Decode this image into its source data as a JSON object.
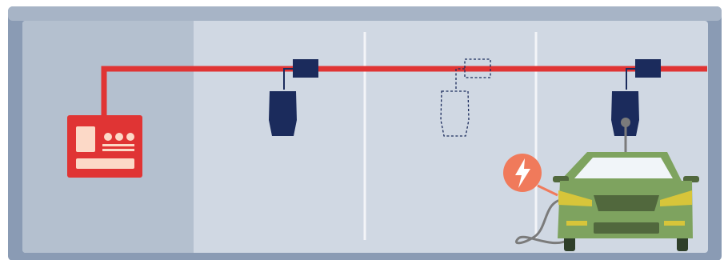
{
  "colors": {
    "frame": "#8a9bb4",
    "wall_dark": "#b4c0cf",
    "floor": "#d0d8e3",
    "frame_top": "#a7b4c6",
    "lane_line": "#f3f5f8",
    "cable": "#e03434",
    "panel": "#e03434",
    "panel_detail": "#fcd9c7",
    "charger": "#1b2b5c",
    "charger_outline": "#1b2b5c",
    "car_body": "#7ea35f",
    "car_dark": "#51683d",
    "car_window": "#f1f5f9",
    "car_trim": "#e9f0f5",
    "headlight": "#d7c53a",
    "bolt_badge": "#f07a5b",
    "bolt": "#ffffff",
    "plug_cable": "#7b7b7b"
  },
  "icons": {
    "power_panel": "electrical-panel-icon",
    "charger": "ev-charger-icon",
    "charger_placeholder": "ev-charger-placeholder-icon",
    "charging_badge": "lightning-bolt-icon",
    "vehicle": "electric-car-icon"
  },
  "status": {
    "installed_chargers": 2,
    "planned_chargers": 1,
    "parking_bays": 3,
    "vehicle_charging": true
  }
}
